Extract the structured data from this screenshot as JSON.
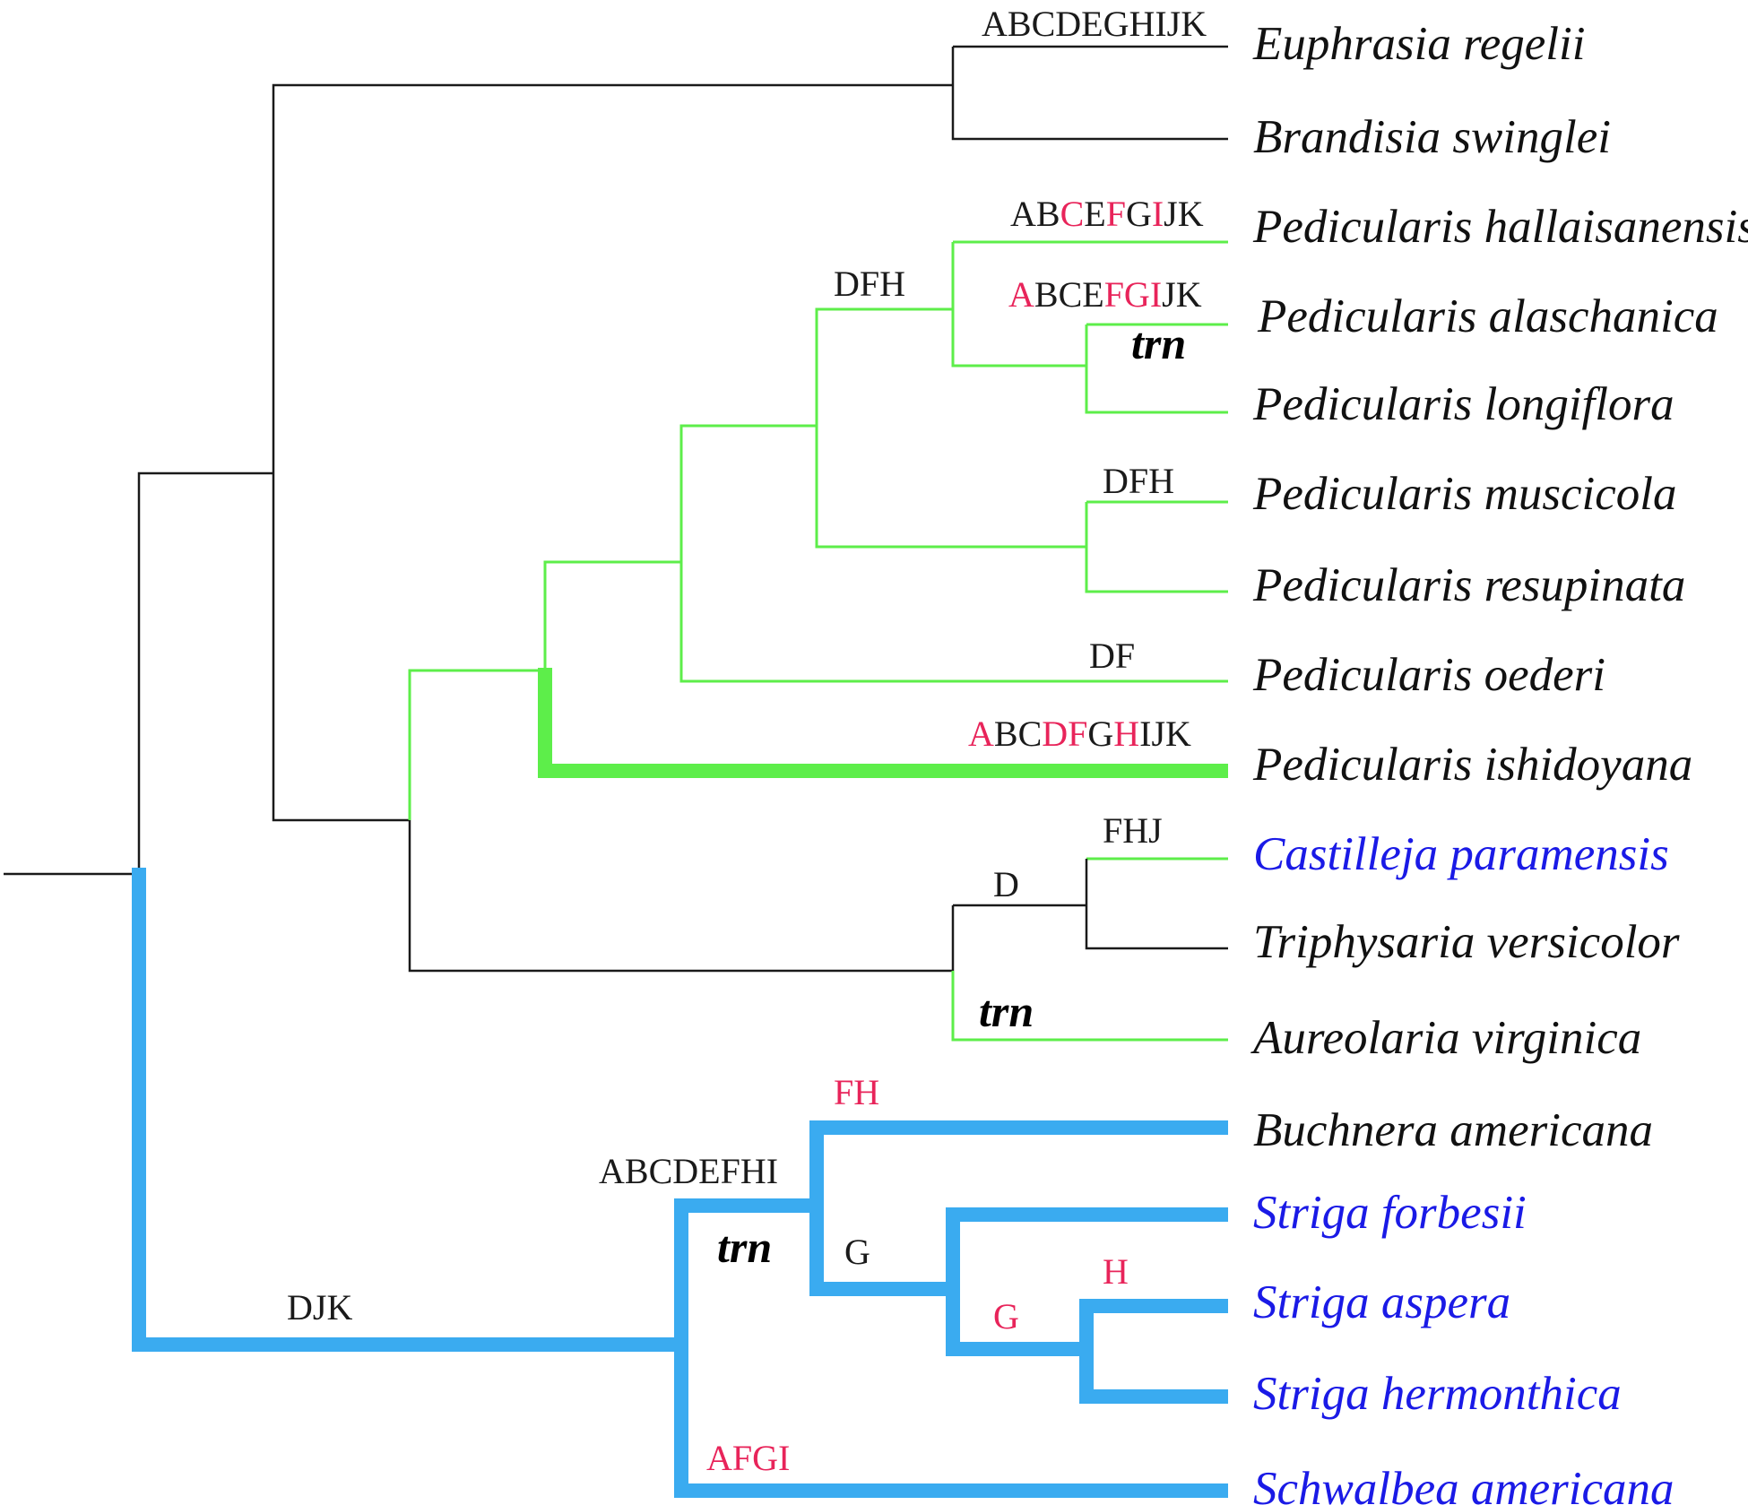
{
  "colors": {
    "black": "#1a1a1a",
    "green": "#5dee4a",
    "blue": "#3aabf0",
    "label_red": "#e8245a",
    "taxon_black": "#111111",
    "taxon_blue": "#1a1ae6"
  },
  "taxa": [
    {
      "id": "t1",
      "name": "Euphrasia regelii",
      "color": "taxon_black"
    },
    {
      "id": "t2",
      "name": "Brandisia swinglei",
      "color": "taxon_black"
    },
    {
      "id": "t3",
      "name": "Pedicularis hallaisanensis",
      "color": "taxon_black"
    },
    {
      "id": "t4",
      "name": "Pedicularis alaschanica",
      "color": "taxon_black"
    },
    {
      "id": "t5",
      "name": "Pedicularis longiflora",
      "color": "taxon_black"
    },
    {
      "id": "t6",
      "name": "Pedicularis muscicola",
      "color": "taxon_black"
    },
    {
      "id": "t7",
      "name": "Pedicularis resupinata",
      "color": "taxon_black"
    },
    {
      "id": "t8",
      "name": "Pedicularis oederi",
      "color": "taxon_black"
    },
    {
      "id": "t9",
      "name": "Pedicularis ishidoyana",
      "color": "taxon_black"
    },
    {
      "id": "t10",
      "name": "Castilleja paramensis",
      "color": "taxon_blue"
    },
    {
      "id": "t11",
      "name": "Triphysaria versicolor",
      "color": "taxon_black"
    },
    {
      "id": "t12",
      "name": "Aureolaria virginica",
      "color": "taxon_black"
    },
    {
      "id": "t13",
      "name": "Buchnera americana",
      "color": "taxon_black"
    },
    {
      "id": "t14",
      "name": "Striga forbesii",
      "color": "taxon_blue"
    },
    {
      "id": "t15",
      "name": "Striga aspera",
      "color": "taxon_blue"
    },
    {
      "id": "t16",
      "name": "Striga hermonthica",
      "color": "taxon_blue"
    },
    {
      "id": "t17",
      "name": "Schwalbea americana",
      "color": "taxon_blue"
    }
  ],
  "branch_labels": [
    {
      "id": "l1",
      "segments": [
        [
          "ABCDEGHIJK",
          "black"
        ]
      ]
    },
    {
      "id": "l2",
      "segments": [
        [
          "AB",
          "black"
        ],
        [
          "C",
          "label_red"
        ],
        [
          "E",
          "black"
        ],
        [
          "F",
          "label_red"
        ],
        [
          "G",
          "black"
        ],
        [
          "I",
          "label_red"
        ],
        [
          "JK",
          "black"
        ]
      ]
    },
    {
      "id": "l3",
      "segments": [
        [
          "A",
          "label_red"
        ],
        [
          "BCE",
          "black"
        ],
        [
          "FGI",
          "label_red"
        ],
        [
          "JK",
          "black"
        ]
      ]
    },
    {
      "id": "l4",
      "segments": [
        [
          "DFH",
          "black"
        ]
      ]
    },
    {
      "id": "l5",
      "segments": [
        [
          "DFH",
          "black"
        ]
      ]
    },
    {
      "id": "l6",
      "segments": [
        [
          "DF",
          "black"
        ]
      ]
    },
    {
      "id": "l7",
      "segments": [
        [
          "A",
          "label_red"
        ],
        [
          "BC",
          "black"
        ],
        [
          "DF",
          "label_red"
        ],
        [
          "G",
          "black"
        ],
        [
          "H",
          "label_red"
        ],
        [
          "IJK",
          "black"
        ]
      ]
    },
    {
      "id": "l8",
      "segments": [
        [
          "FHJ",
          "black"
        ]
      ]
    },
    {
      "id": "l9",
      "segments": [
        [
          "D",
          "black"
        ]
      ]
    },
    {
      "id": "l10",
      "segments": [
        [
          "FH",
          "label_red"
        ]
      ]
    },
    {
      "id": "l11",
      "segments": [
        [
          "ABCDEFHI",
          "black"
        ]
      ]
    },
    {
      "id": "l12",
      "segments": [
        [
          "G",
          "black"
        ]
      ]
    },
    {
      "id": "l13",
      "segments": [
        [
          "G",
          "label_red"
        ]
      ]
    },
    {
      "id": "l14",
      "segments": [
        [
          "H",
          "label_red"
        ]
      ]
    },
    {
      "id": "l15",
      "segments": [
        [
          "DJK",
          "black"
        ]
      ]
    },
    {
      "id": "l16",
      "segments": [
        [
          "AFGI",
          "label_red"
        ]
      ]
    }
  ],
  "trn_markers": [
    {
      "id": "m1",
      "text": "trn"
    },
    {
      "id": "m2",
      "text": "trn"
    },
    {
      "id": "m3",
      "text": "trn"
    }
  ]
}
